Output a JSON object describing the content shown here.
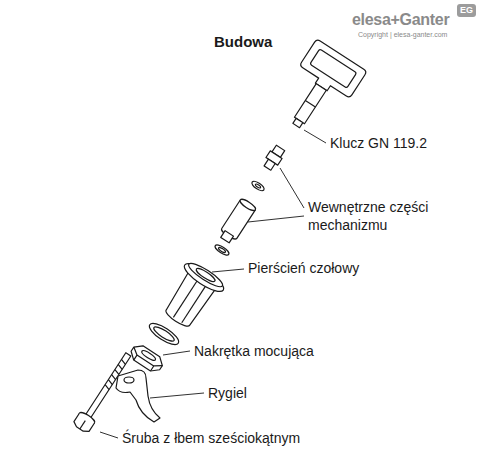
{
  "diagram": {
    "title": "Budowa",
    "nodes": [
      {
        "text": [
          "EG"
        ]
      }
    ],
    "labels": [
      "elesa+Ganter",
      "Copyright | elesa-ganter.com",
      "Klucz GN 119.2",
      "Wewnętrzne części mechanizmu",
      "Pierścień czołowy",
      "Nakrętka mocująca",
      "Rygiel",
      "Śruba z łbem sześciokątnym"
    ]
  }
}
